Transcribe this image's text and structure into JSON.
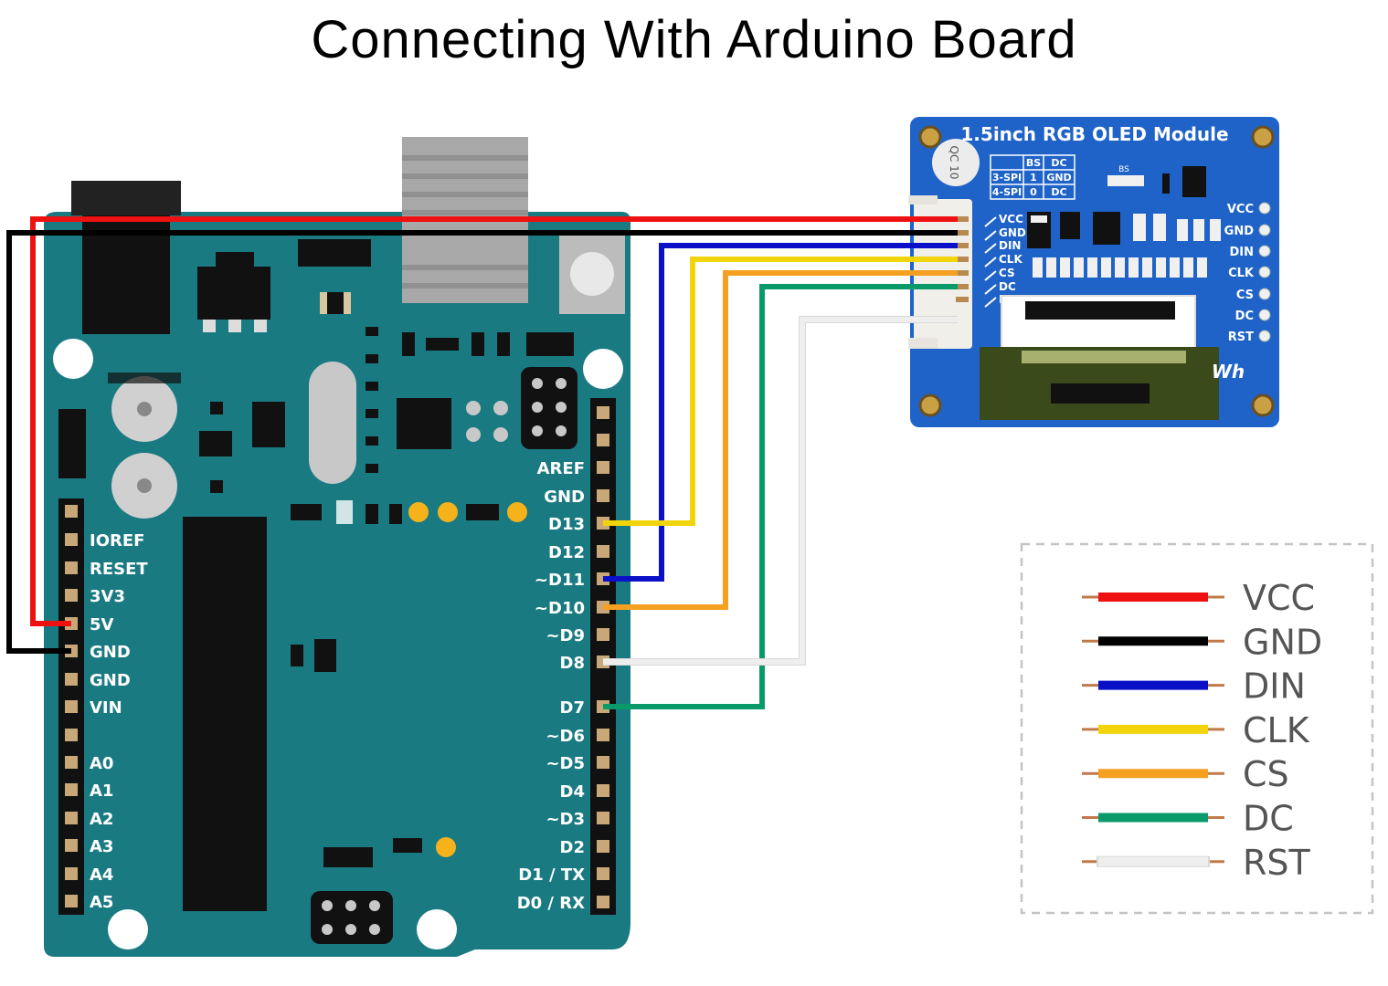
{
  "title": "Connecting With Arduino Board",
  "module": {
    "name": "1.5inch RGB OLED Module",
    "pins": [
      "VCC",
      "GND",
      "DIN",
      "CLK",
      "CS",
      "DC",
      "RST"
    ],
    "bs_table": {
      "headers": [
        "BS",
        "DC"
      ],
      "rows": [
        [
          "3-SPI",
          "1",
          "GND"
        ],
        [
          "4-SPI",
          "0",
          "DC"
        ]
      ]
    },
    "bs_label": "BS",
    "board_color": "#1f63c9"
  },
  "arduino": {
    "board_color": "#1a7a82",
    "left_pins": [
      "IOREF",
      "RESET",
      "3V3",
      "5V",
      "GND",
      "GND",
      "VIN",
      "A0",
      "A1",
      "A2",
      "A3",
      "A4",
      "A5"
    ],
    "right_pins": [
      "AREF",
      "GND",
      "D13",
      "D12",
      "~D11",
      "~D10",
      "~D9",
      "D8",
      "D7",
      "~D6",
      "~D5",
      "D4",
      "~D3",
      "D2",
      "D1 / TX",
      "D0 / RX"
    ]
  },
  "connections": [
    {
      "signal": "VCC",
      "arduino_pin": "5V",
      "color": "#ee1111"
    },
    {
      "signal": "GND",
      "arduino_pin": "GND",
      "color": "#000000"
    },
    {
      "signal": "DIN",
      "arduino_pin": "~D11",
      "color": "#0a10c8"
    },
    {
      "signal": "CLK",
      "arduino_pin": "D13",
      "color": "#f2d40a"
    },
    {
      "signal": "CS",
      "arduino_pin": "~D10",
      "color": "#f5a020"
    },
    {
      "signal": "DC",
      "arduino_pin": "D7",
      "color": "#0a9a6a"
    },
    {
      "signal": "RST",
      "arduino_pin": "D8",
      "color": "#eeeeee"
    }
  ],
  "legend": [
    "VCC",
    "GND",
    "DIN",
    "CLK",
    "CS",
    "DC",
    "RST"
  ]
}
